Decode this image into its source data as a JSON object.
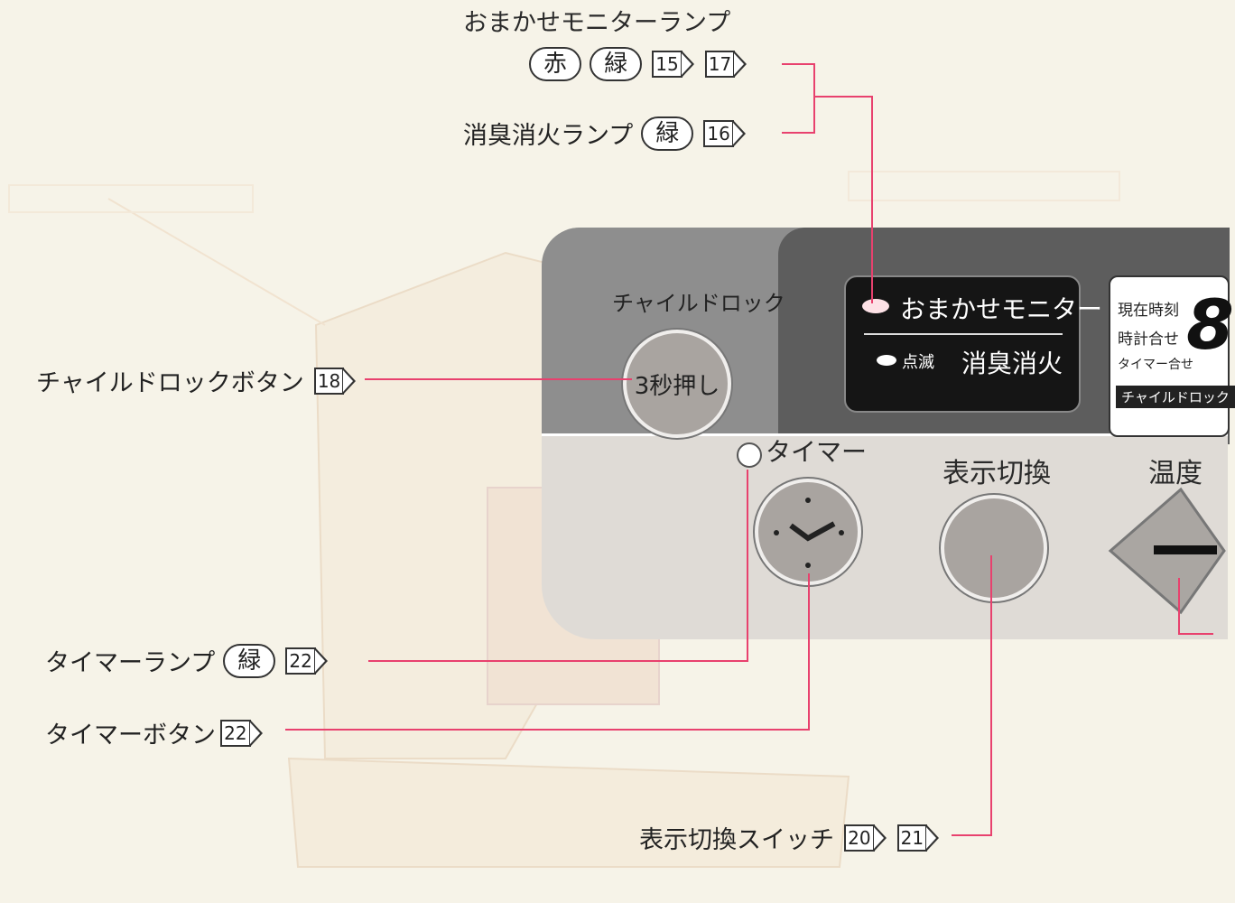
{
  "labels": {
    "omakase_lamp": "おまかせモニターランプ",
    "red": "赤",
    "green": "緑",
    "page_15": "15",
    "page_17": "17",
    "deodor_lamp": "消臭消火ランプ",
    "page_16": "16",
    "child_lock_button": "チャイルドロックボタン",
    "page_18": "18",
    "timer_lamp": "タイマーランプ",
    "page_22": "22",
    "timer_button": "タイマーボタン",
    "display_switch": "表示切換スイッチ",
    "page_20": "20",
    "page_21": "21"
  },
  "panel": {
    "child_lock_title": "チャイルドロック",
    "child_lock_btn_text": "3秒押し",
    "omakase_monitor": "おまかせモニター",
    "blink": "点滅",
    "deodor": "消臭消火",
    "timer": "タイマー",
    "display_switch": "表示切換",
    "temperature": "温度",
    "lcd_line1": "現在時刻",
    "lcd_line2": "時計合せ",
    "lcd_line3": "タイマー合せ",
    "lcd_child": "チャイルドロック",
    "lcd_digit": "8"
  },
  "colors": {
    "leader_line": "#e8416e",
    "panel_light": "#dfdbd6",
    "panel_mid": "#8e8e8e",
    "panel_dark": "#5d5d5d"
  }
}
